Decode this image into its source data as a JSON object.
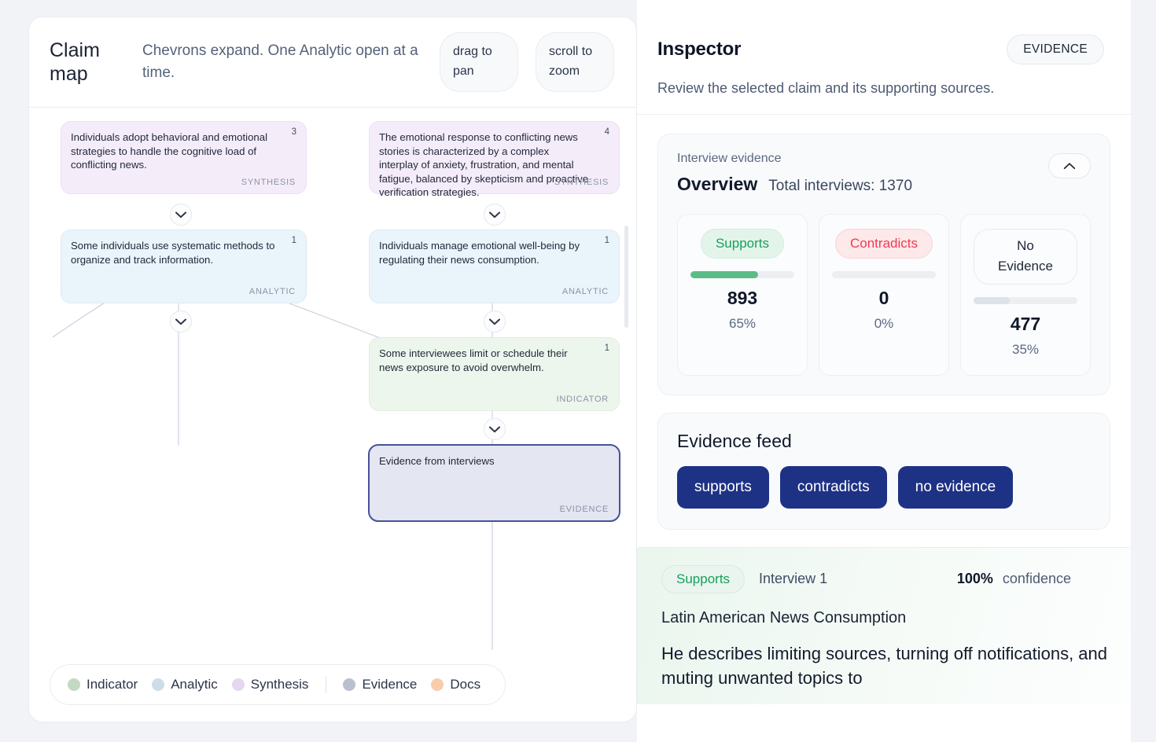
{
  "map": {
    "title": "Claim map",
    "subtitle": "Chevrons expand. One Analytic open at a time.",
    "hints": [
      {
        "label": "drag to pan"
      },
      {
        "label": "scroll to zoom"
      }
    ],
    "nodes": [
      {
        "text": "Individuals adopt behavioral and emotional strategies to handle the cognitive load of conflicting news.",
        "badge": "3",
        "kind": "SYNTHESIS"
      },
      {
        "text": "The emotional response to conflicting news stories is characterized by a complex interplay of anxiety, frustration, and mental fatigue, balanced by skepticism and proactive verification strategies.",
        "badge": "4",
        "kind": "SYNTHESIS"
      },
      {
        "text": "Some individuals use systematic methods to organize and track information.",
        "badge": "1",
        "kind": "ANALYTIC"
      },
      {
        "text": "Individuals manage emotional well-being by regulating their news consumption.",
        "badge": "1",
        "kind": "ANALYTIC"
      },
      {
        "text": "Some interviewees limit or schedule their news exposure to avoid overwhelm.",
        "badge": "1",
        "kind": "INDICATOR"
      },
      {
        "text": "Evidence from interviews",
        "badge": "",
        "kind": "EVIDENCE"
      }
    ],
    "legend": [
      {
        "label": "Indicator",
        "color": "#c3d9c4"
      },
      {
        "label": "Analytic",
        "color": "#ccdde8"
      },
      {
        "label": "Synthesis",
        "color": "#e6d6f0"
      },
      {
        "label": "Evidence",
        "color": "#b9c0cf"
      },
      {
        "label": "Docs",
        "color": "#f8cdae"
      }
    ]
  },
  "inspector": {
    "title": "Inspector",
    "chip": "EVIDENCE",
    "subtitle": "Review the selected claim and its supporting sources.",
    "overview": {
      "eyebrow": "Interview evidence",
      "heading": "Overview",
      "meta": "Total interviews: 1370",
      "collapse_icon": "chevron-up-icon",
      "stats": [
        {
          "label": "Supports",
          "value": "893",
          "percent": "65%",
          "fill": 65,
          "color": "#5cbc87",
          "style": "supports"
        },
        {
          "label": "Contradicts",
          "value": "0",
          "percent": "0%",
          "fill": 0,
          "color": "#e4e7ec",
          "style": "contradicts"
        },
        {
          "label": "No Evidence",
          "value": "477",
          "percent": "35%",
          "fill": 35,
          "color": "#dde2ea",
          "style": "noevidence"
        }
      ]
    },
    "feed": {
      "heading": "Evidence feed",
      "filters": [
        {
          "label": "supports"
        },
        {
          "label": "contradicts"
        },
        {
          "label": "no evidence"
        }
      ],
      "items": [
        {
          "badge": "Supports",
          "source": "Interview 1",
          "confidence_value": "100%",
          "confidence_label": "confidence",
          "title": "Latin American News Consumption",
          "body": "He describes limiting sources, turning off notifications, and muting unwanted topics to"
        }
      ]
    }
  },
  "colors": {
    "accent": "#1e3285",
    "supports": "#17a05a",
    "contradicts": "#ef3b52",
    "evidence_border": "#46529b",
    "page_bg": "#f1f3f6"
  }
}
